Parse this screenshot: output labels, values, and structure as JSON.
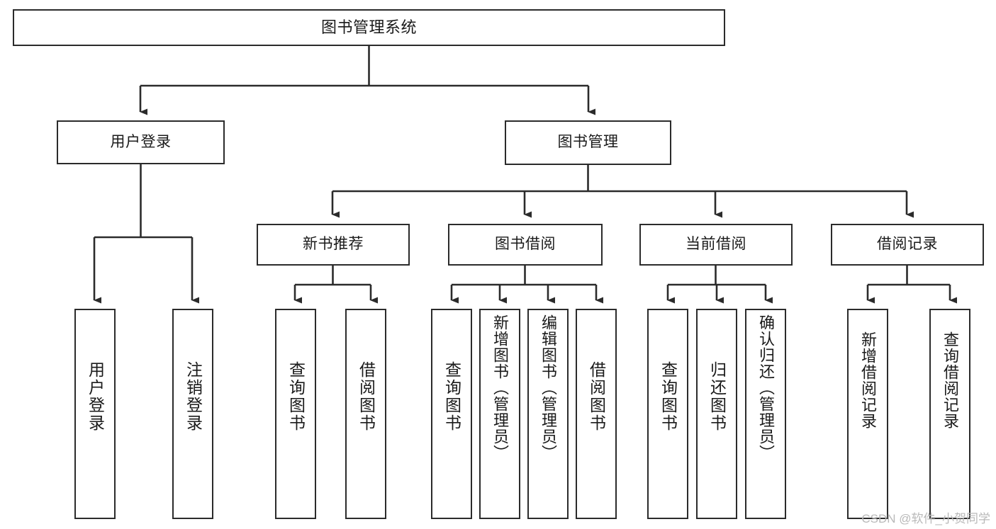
{
  "diagram": {
    "title": "图书管理系统",
    "type": "tree-hierarchy-chart",
    "orientation": "top-down",
    "colors": {
      "node_border": "#2b2b2b",
      "node_fill": "#ffffff",
      "edge": "#2b2b2b",
      "text": "#1a1a1a",
      "watermark": "#b9b9b9",
      "background": "#ffffff"
    }
  },
  "root": {
    "label": "图书管理系统"
  },
  "level1": [
    {
      "label": "用户登录"
    },
    {
      "label": "图书管理"
    }
  ],
  "level2": [
    {
      "label": "新书推荐"
    },
    {
      "label": "图书借阅"
    },
    {
      "label": "当前借阅"
    },
    {
      "label": "借阅记录"
    }
  ],
  "leaves": {
    "user_login": [
      {
        "label": "用户登录"
      },
      {
        "label": "注销登录"
      }
    ],
    "new_book_recommend": [
      {
        "label": "查询图书"
      },
      {
        "label": "借阅图书"
      }
    ],
    "book_borrow": [
      {
        "label": "查询图书"
      },
      {
        "label": "新增图书（管理员）"
      },
      {
        "label": "编辑图书（管理员）"
      },
      {
        "label": "借阅图书"
      }
    ],
    "current_borrow": [
      {
        "label": "查询图书"
      },
      {
        "label": "归还图书"
      },
      {
        "label": "确认归还（管理员）"
      }
    ],
    "borrow_record": [
      {
        "label": "新增借阅记录"
      },
      {
        "label": "查询借阅记录"
      }
    ]
  },
  "watermark": {
    "text": "CSDN @软件_小贺同学"
  }
}
